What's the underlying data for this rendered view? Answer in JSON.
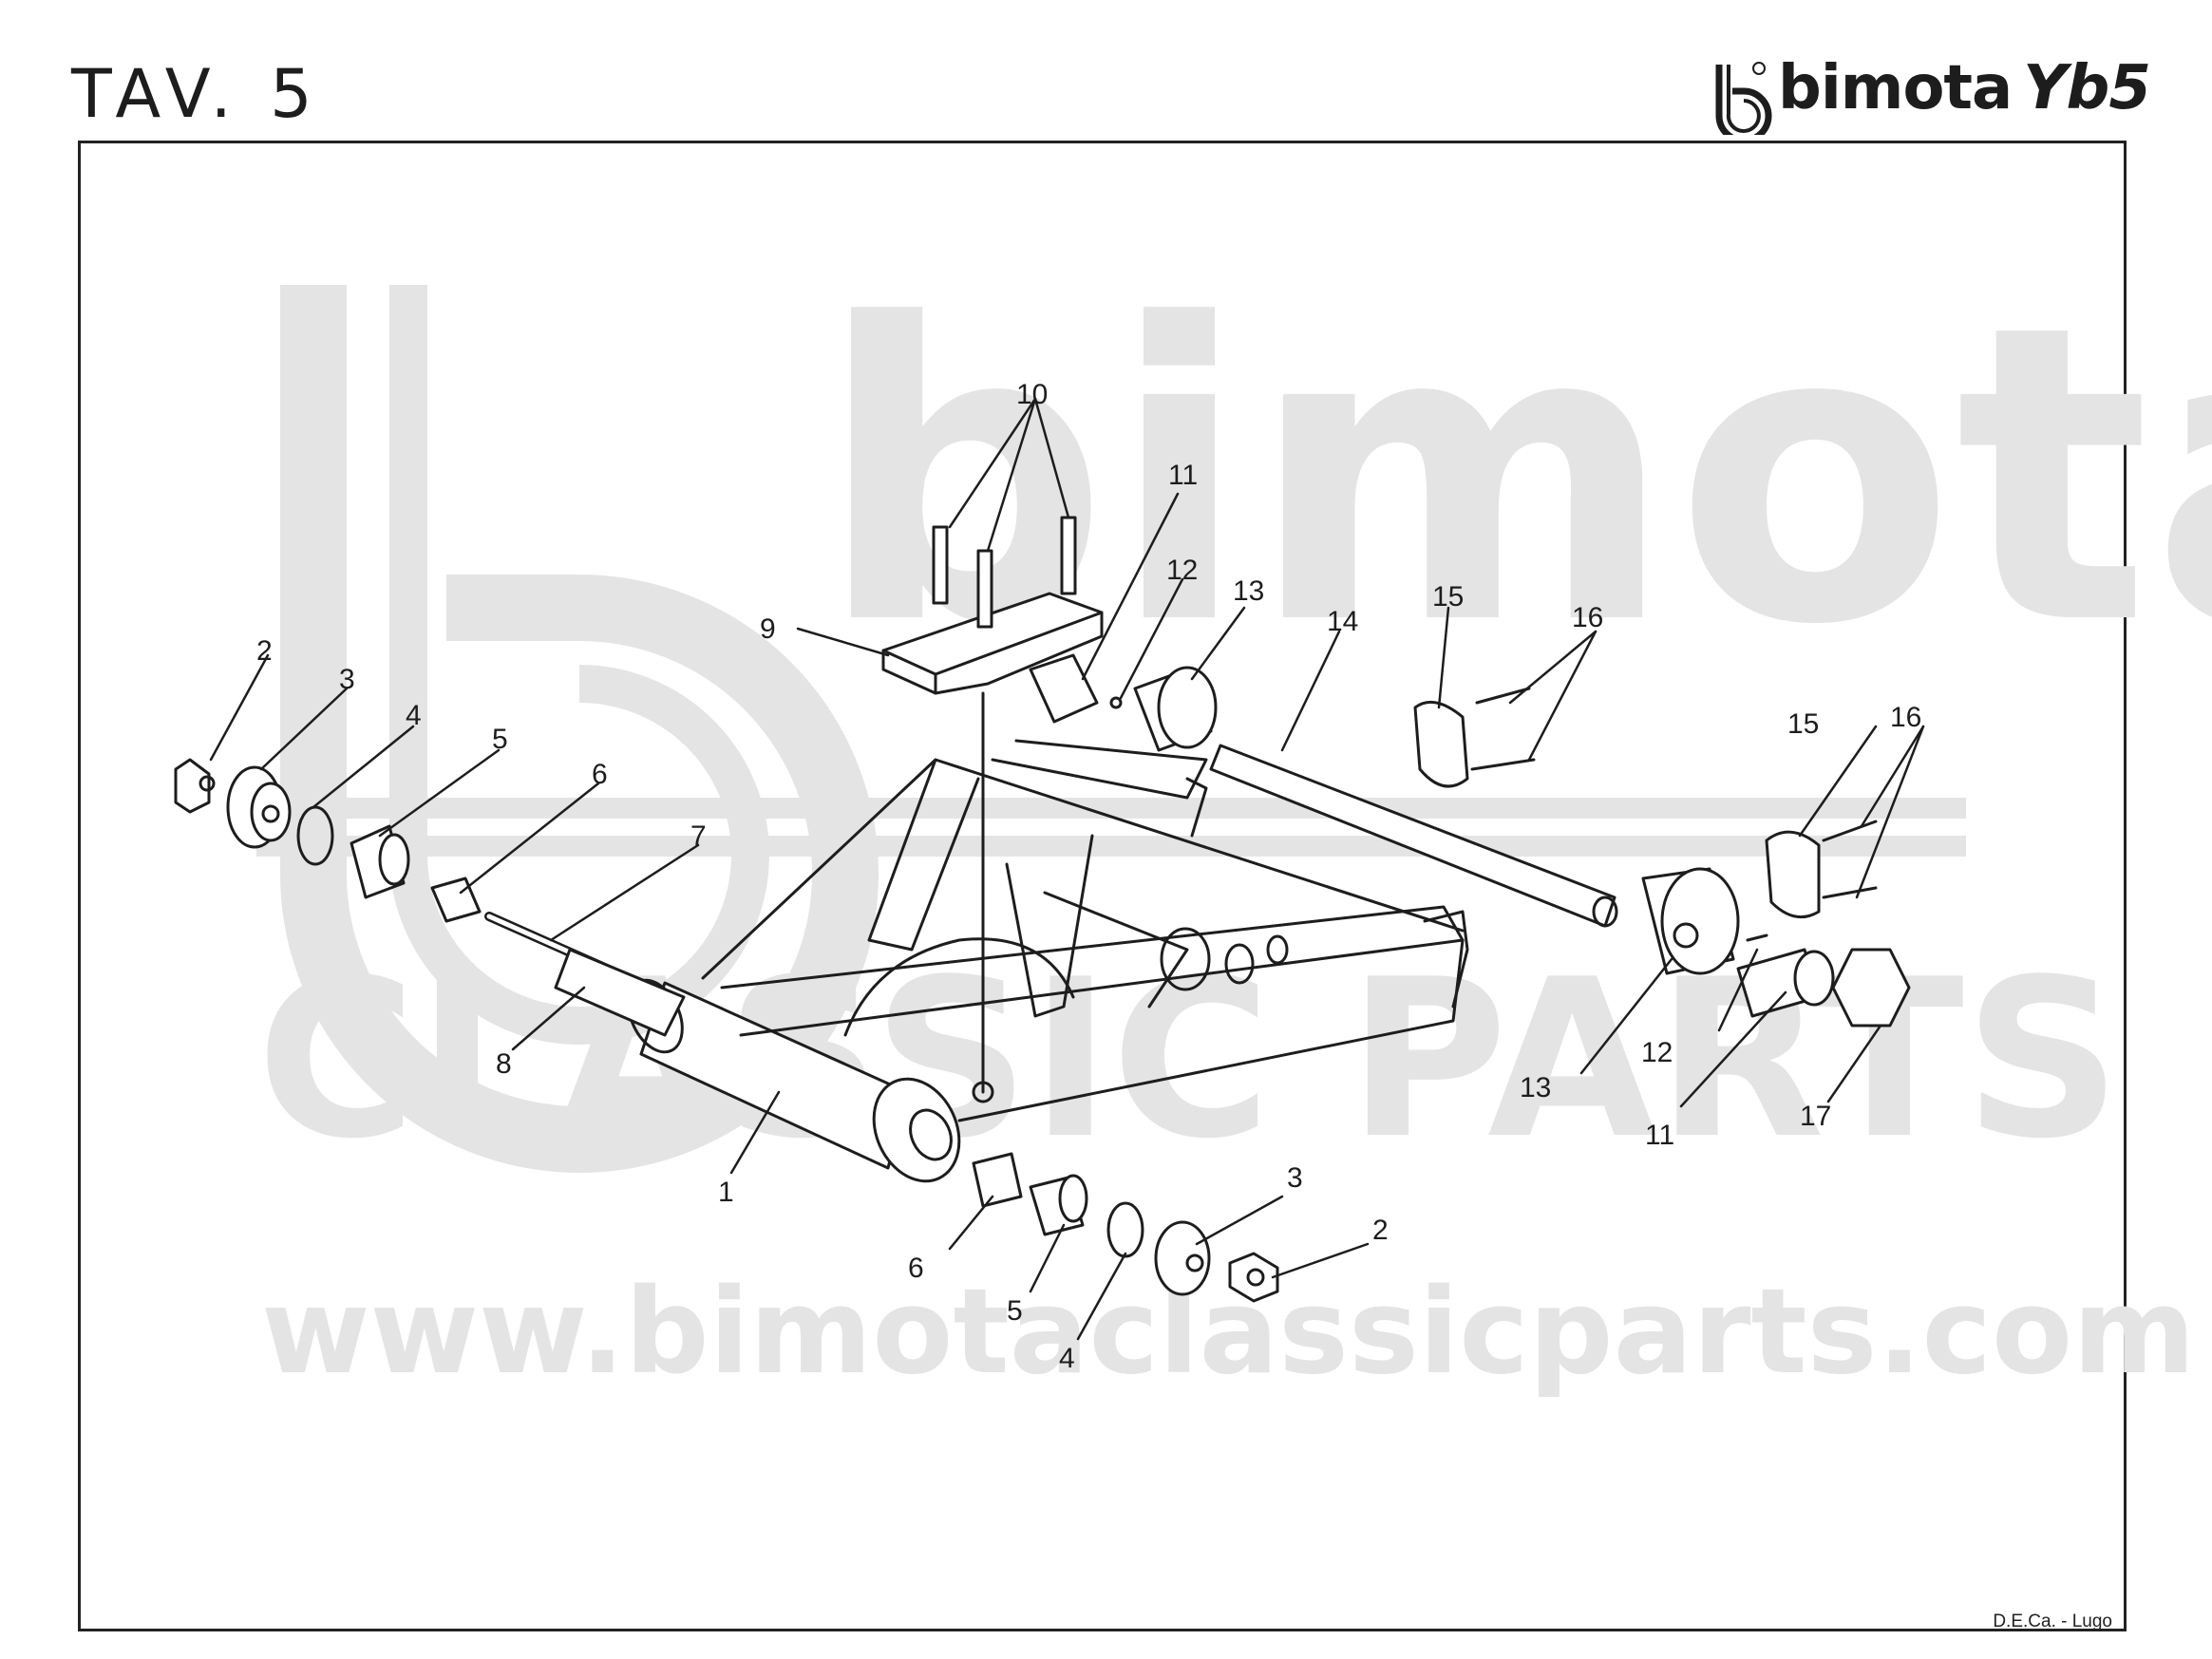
{
  "header": {
    "title": "TAV. 5",
    "brand_name": "bimota",
    "brand_model": "Yb5"
  },
  "footer": {
    "credit": "D.E.Ca. - Lugo"
  },
  "watermark": {
    "line1": "bimota",
    "line2": "CLASSIC PARTS",
    "line3": "www.bimotaclassicparts.com",
    "color": "#e4e4e4"
  },
  "callouts": [
    "10",
    "11",
    "12",
    "13",
    "9",
    "14",
    "15",
    "16",
    "2",
    "3",
    "4",
    "5",
    "6",
    "7",
    "15",
    "16",
    "8",
    "12",
    "13",
    "11",
    "17",
    "1",
    "6",
    "5",
    "4",
    "3",
    "2"
  ],
  "colors": {
    "line": "#1d1d1d",
    "paper": "#ffffff"
  }
}
